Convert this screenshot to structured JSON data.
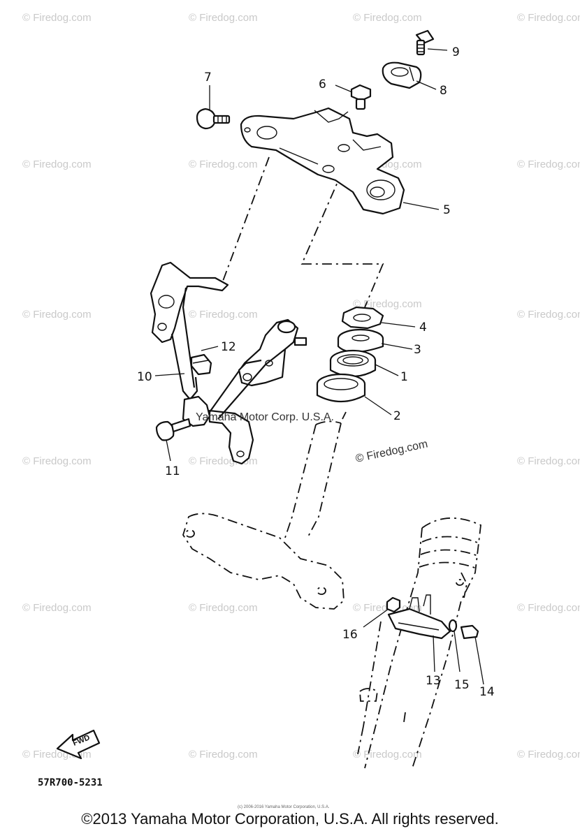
{
  "watermark": {
    "text": "© Firedog.com",
    "overlay_text": "Yamaha Motor Corp. U.S.A."
  },
  "callouts": [
    "1",
    "2",
    "3",
    "4",
    "5",
    "6",
    "7",
    "8",
    "9",
    "10",
    "11",
    "12",
    "13",
    "14",
    "15",
    "16"
  ],
  "diagram_code": "57R700-5231",
  "fwd_label": "FWD",
  "fine_print": "(c) 2006-2016 Yamaha Motor Corporation, U.S.A.",
  "copyright": "©2013 Yamaha Motor Corporation, U.S.A. All rights reserved.",
  "colors": {
    "ink": "#111111",
    "watermark": "#c9c9c9"
  }
}
